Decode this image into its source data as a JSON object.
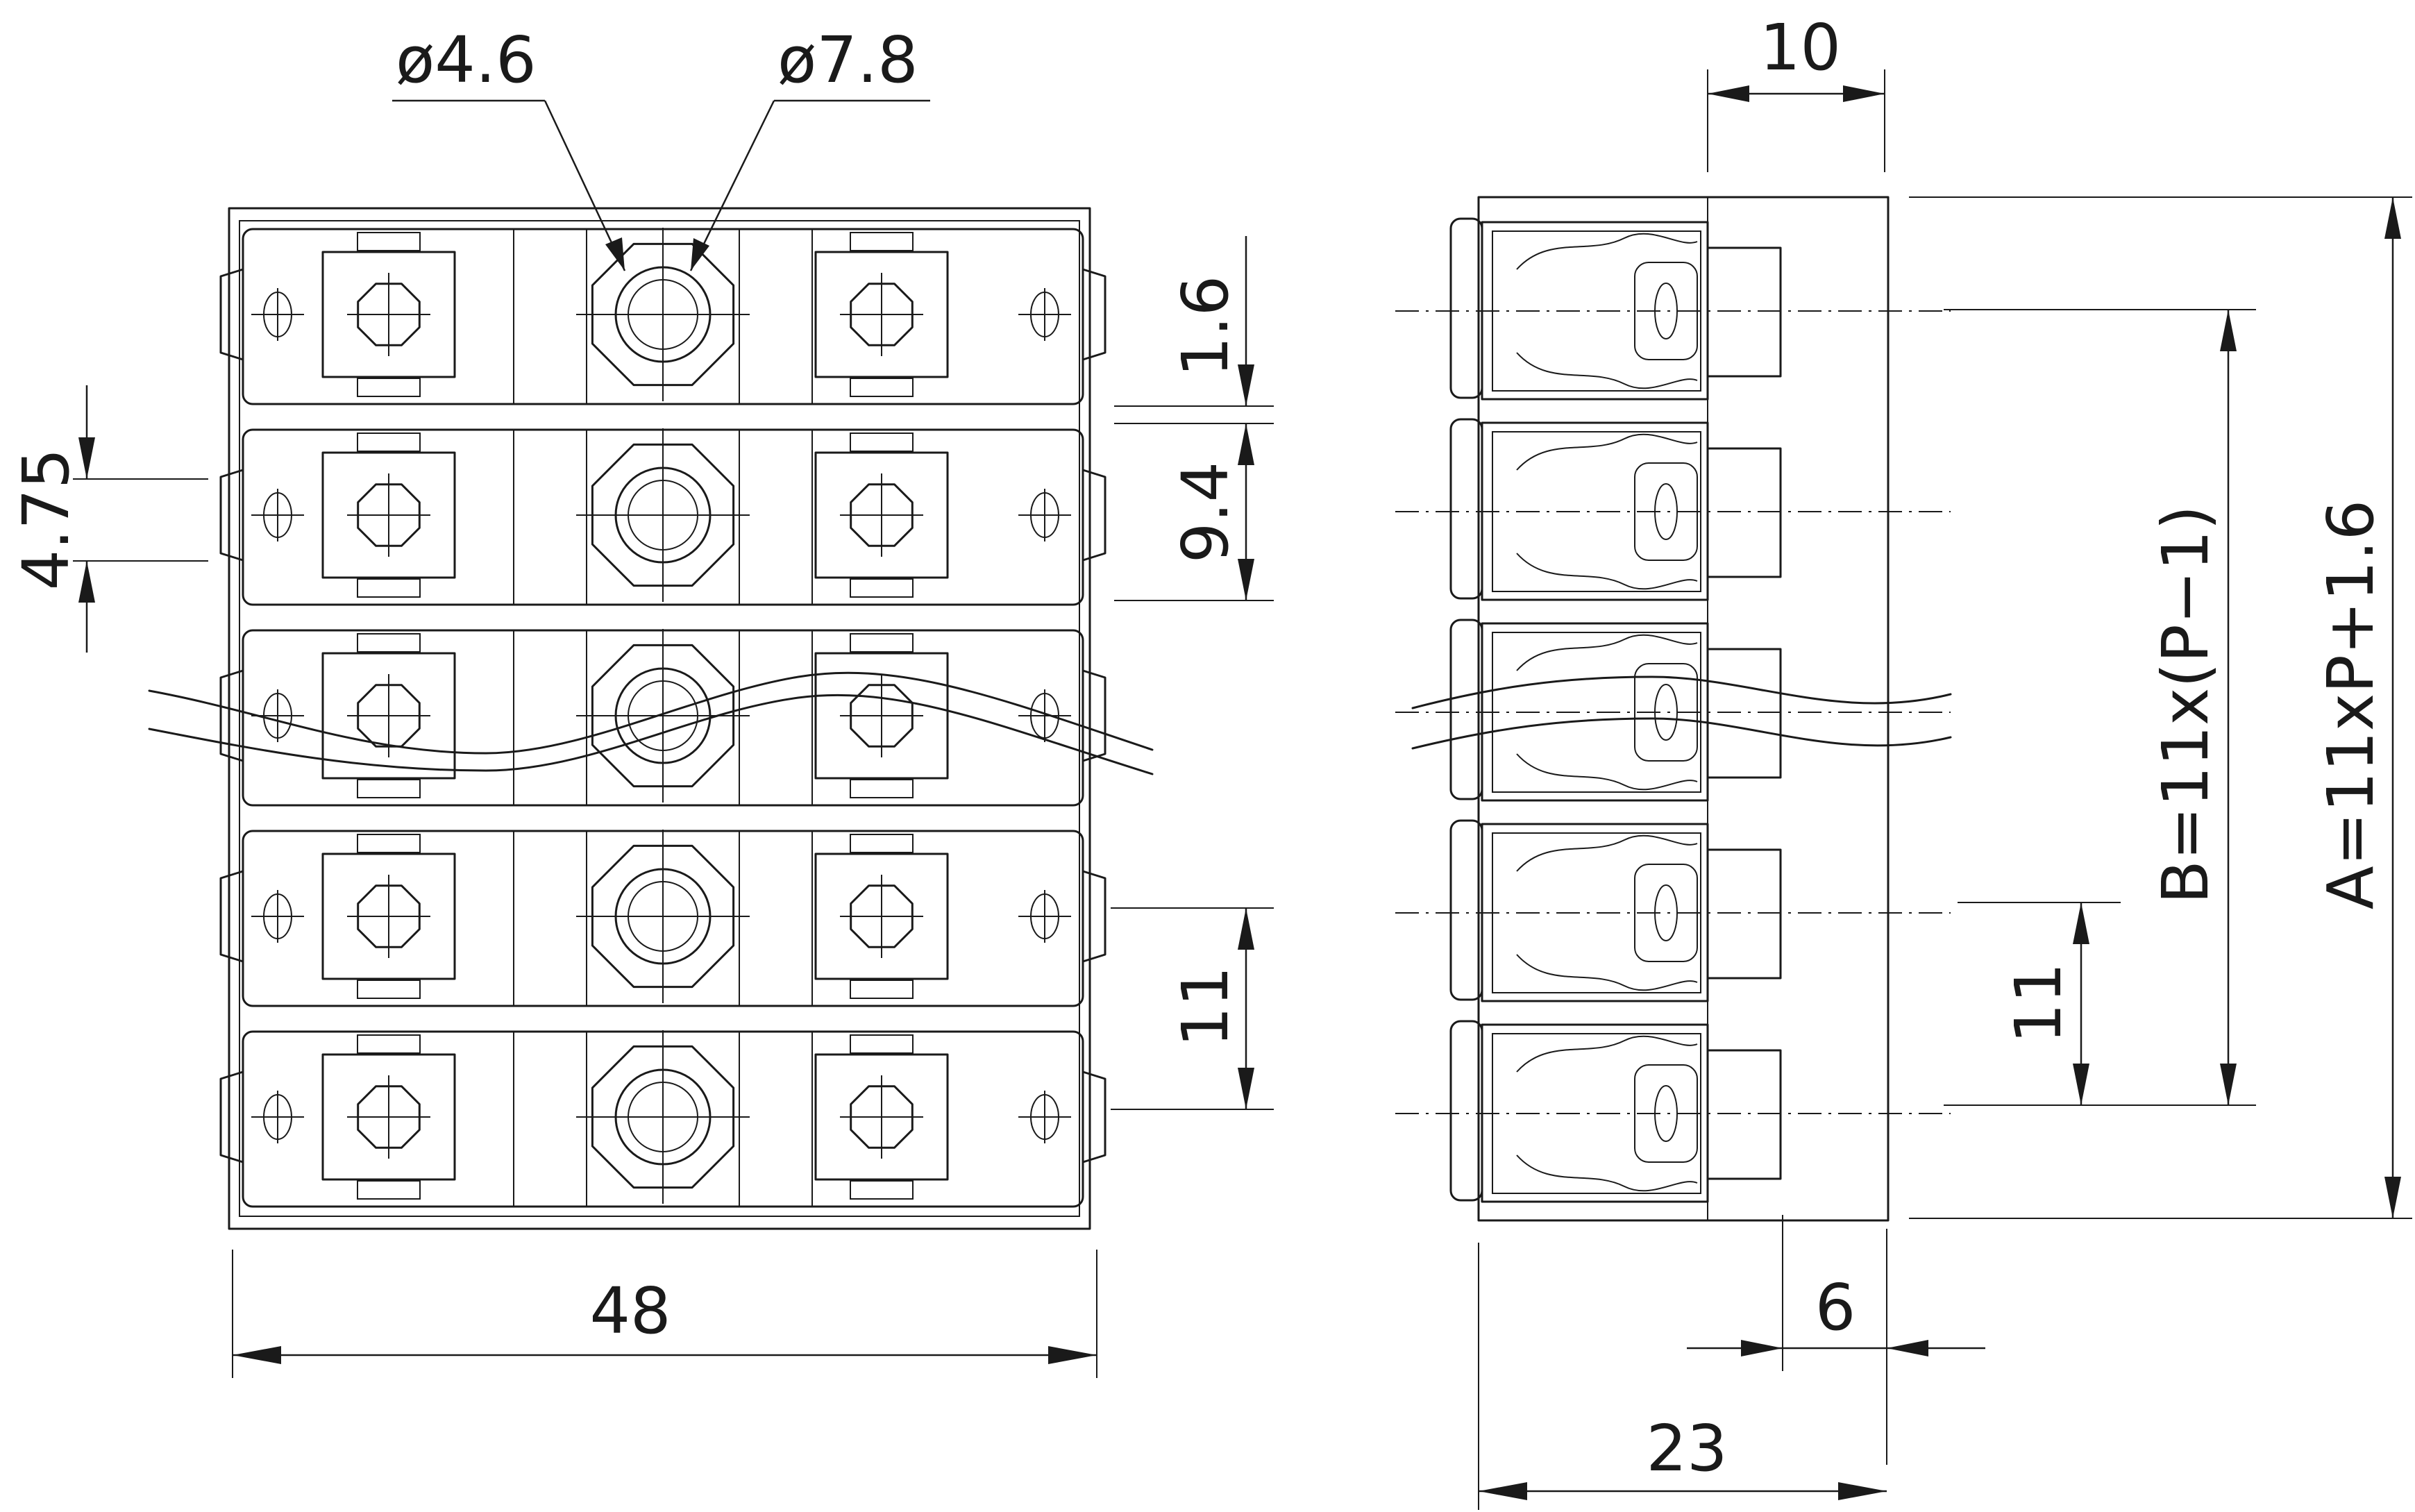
{
  "dimensions": {
    "hole_small": "ø4.6",
    "hole_large": "ø7.8",
    "top_width": "10",
    "gap": "1.6",
    "height_small": "4.75",
    "segment": "9.4",
    "pitch_front": "11",
    "pitch_side": "11",
    "formula_b": "B=11x(P−1)",
    "formula_a": "A=11xP+1.6",
    "total_width": "48",
    "side_small": "6",
    "side_width": "23"
  },
  "colors": {
    "line": "#1a1a1a",
    "paper": "#ffffff"
  }
}
